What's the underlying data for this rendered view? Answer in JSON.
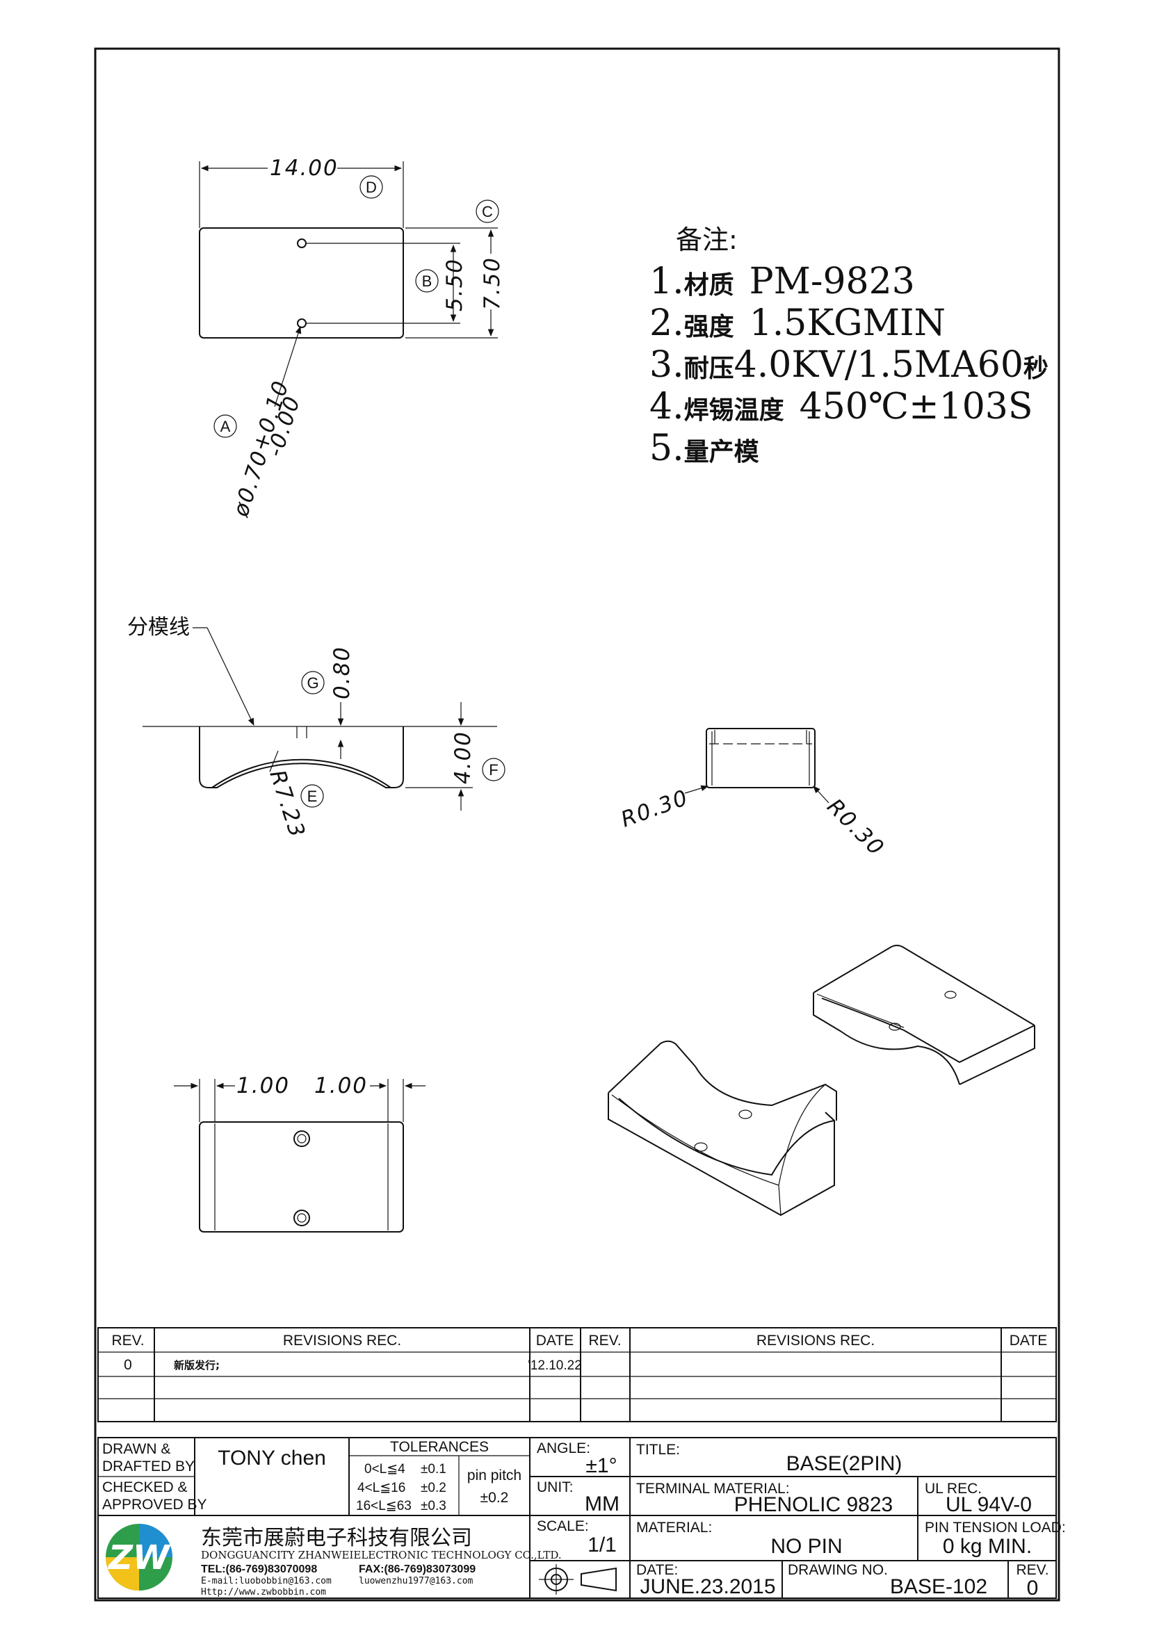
{
  "notes": {
    "heading": "备注:",
    "items": [
      {
        "num": "1.",
        "label": "材质",
        "value": "PM-9823"
      },
      {
        "num": "2.",
        "label": "强度",
        "value": "1.5KGMIN"
      },
      {
        "num": "3.",
        "label": "耐压",
        "value": "4.0KV/1.5MA60",
        "suffix": "秒"
      },
      {
        "num": "4.",
        "label": "焊锡温度",
        "value": "450℃±103S"
      },
      {
        "num": "5.",
        "label": "量产模",
        "value": ""
      }
    ]
  },
  "top_view": {
    "width_dim": "14.00",
    "pin_pitch_dim": "5.50",
    "height_dim": "7.50",
    "hole_dim": "ø0.70",
    "hole_tol_plus": "+0.10",
    "hole_tol_minus": "-0.00",
    "bubbles": {
      "a": "A",
      "b": "B",
      "c": "C",
      "d": "D"
    }
  },
  "front_view": {
    "parting_line_label": "分模线",
    "groove_dim": "0.80",
    "radius_dim": "R7.23",
    "height_dim": "4.00",
    "bubbles": {
      "e": "E",
      "f": "F",
      "g": "G"
    }
  },
  "side_view": {
    "left_radius": "R0.30",
    "right_radius": "R0.30"
  },
  "bottom_view": {
    "left_dim": "1.00",
    "right_dim": "1.00"
  },
  "revisions": {
    "headers": {
      "rev": "REV.",
      "rec": "REVISIONS   REC.",
      "date": "DATE"
    },
    "rows": [
      {
        "rev": "0",
        "rec": "新版发行;",
        "date": "'12.10.22"
      }
    ]
  },
  "title_block": {
    "drawn_label_1": "DRAWN  &",
    "drawn_label_2": "DRAFTED  BY",
    "drawn_by": "TONY  chen",
    "checked_label_1": "CHECKED  &",
    "checked_label_2": "APPROVED  BY",
    "tolerances_label": "TOLERANCES",
    "tolerance_rows": [
      {
        "range": "0<L≦4",
        "tol": "±0.1"
      },
      {
        "range": "4<L≦16",
        "tol": "±0.2"
      },
      {
        "range": "16<L≦63",
        "tol": "±0.3"
      }
    ],
    "pin_pitch_label": "pin  pitch",
    "pin_pitch_tol": "±0.2",
    "angle_label": "ANGLE:",
    "angle_value": "±1°",
    "unit_label": "UNIT:",
    "unit_value": "MM",
    "scale_label": "SCALE:",
    "scale_value": "1/1",
    "title_label": "TITLE:",
    "title_value": "BASE(2PIN)",
    "terminal_label": "TERMINAL  MATERIAL:",
    "terminal_value": "PHENOLIC  9823",
    "ul_label": "UL  REC.",
    "ul_value": "UL  94V-0",
    "material_label": "MATERIAL:",
    "material_value": "NO  PIN",
    "pin_tension_label": "PIN  TENSION  LOAD:",
    "pin_tension_value": "0  kg  MIN.",
    "date_label": "DATE:",
    "date_value": "JUNE.23.2015",
    "drawing_no_label": "DRAWING  NO.",
    "drawing_no_value": "BASE-102",
    "rev_label": "REV.",
    "rev_value": "0",
    "company_cn": "东莞市展蔚电子科技有限公司",
    "company_en": "DONGGUANCITY  ZHANWEIELECTRONIC  TECHNOLOGY  CO.,LTD.",
    "tel": "TEL:(86-769)83070098",
    "fax": "FAX:(86-769)83073099",
    "email": "E-mail:luobobbin@163.com",
    "email2": "luowenzhu1977@163.com",
    "web": "Http://www.zwbobbin.com",
    "logo_text": "ZW",
    "logo_colors": [
      "#2e9e4a",
      "#f2c21b",
      "#1f8fd0"
    ]
  }
}
